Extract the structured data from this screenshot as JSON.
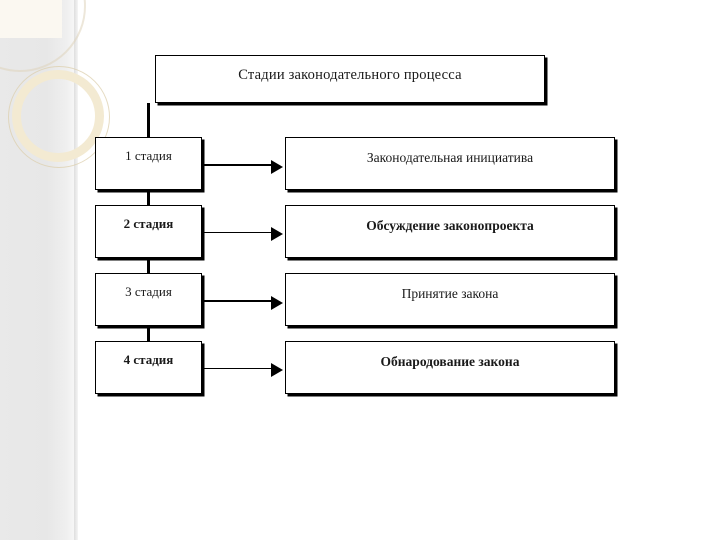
{
  "slide": {
    "title_box": {
      "text": "Стадии законодательного процесса"
    },
    "stages": [
      {
        "stage_label": "1 стадия",
        "description": "Законодательная инициатива"
      },
      {
        "stage_label": "2 стадия",
        "description": "Обсуждение законопроекта"
      },
      {
        "stage_label": "3 стадия",
        "description": "Принятие закона"
      },
      {
        "stage_label": "4 стадия",
        "description": "Обнародование закона"
      }
    ]
  },
  "colors": {
    "background": "#ffffff",
    "sidebar": "#e9e9e9",
    "box_border": "#000000",
    "text": "#1a1a1a",
    "decor_ring": "#f3ead2",
    "decor_ring_outline": "#dccfae"
  },
  "decor": {
    "corner_arc_name": "quarter-circle-arc",
    "ring_name": "cream-ring"
  }
}
